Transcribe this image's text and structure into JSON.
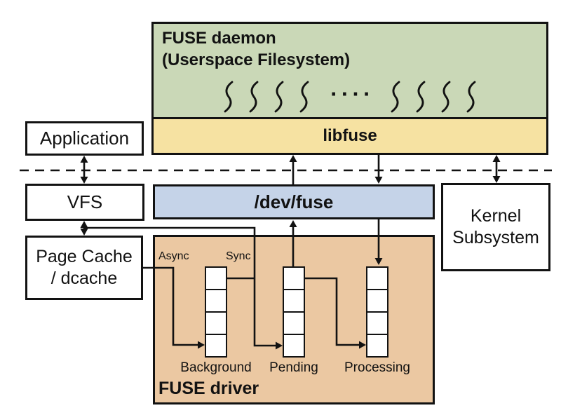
{
  "diagram": {
    "fuse_daemon": {
      "line1": "FUSE daemon",
      "line2": "(Userspace Filesystem)",
      "threads_ellipsis": "····",
      "thread_count_left": 4,
      "thread_count_right": 4
    },
    "libfuse": {
      "label": "libfuse"
    },
    "application": {
      "label": "Application"
    },
    "vfs": {
      "label": "VFS"
    },
    "dev_fuse": {
      "label": "/dev/fuse"
    },
    "kernel_subsystem": {
      "line1": "Kernel",
      "line2": "Subsystem"
    },
    "page_cache": {
      "line1": "Page Cache",
      "line2": "/ dcache"
    },
    "fuse_driver": {
      "label": "FUSE driver",
      "async_label": "Async",
      "sync_label": "Sync",
      "queues": [
        {
          "name": "Background",
          "slots": 4
        },
        {
          "name": "Pending",
          "slots": 4
        },
        {
          "name": "Processing",
          "slots": 4
        }
      ]
    },
    "colors": {
      "daemon_green": "#cad8b7",
      "libfuse_yellow": "#f6e2a2",
      "devfuse_blue": "#c5d3e8",
      "driver_tan": "#ebc8a2",
      "line_black": "#121212"
    }
  }
}
